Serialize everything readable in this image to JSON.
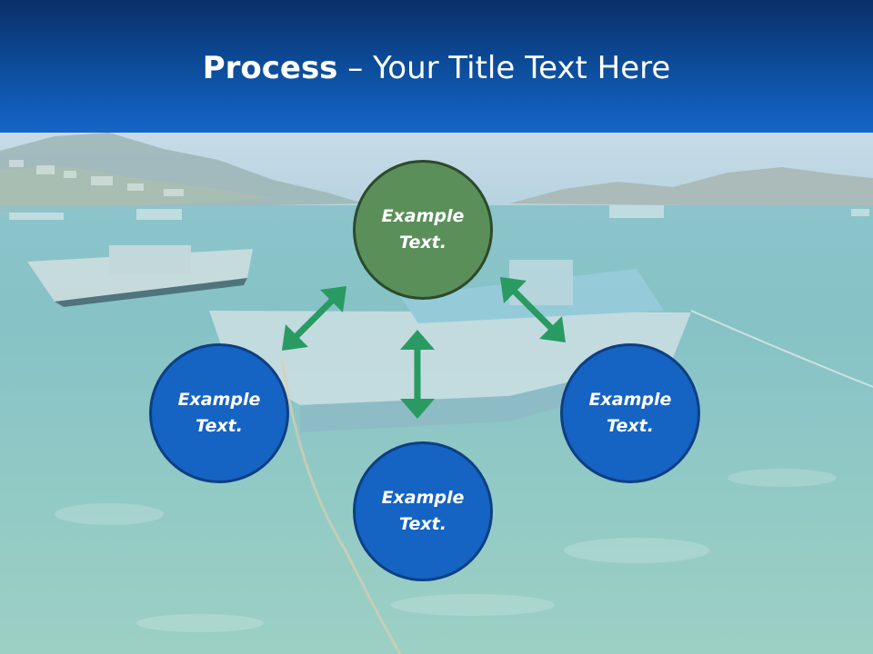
{
  "slide": {
    "title_bold": "Process",
    "title_rest": " – Your Title Text Here"
  },
  "diagram": {
    "center_top": "Example Text.",
    "left": "Example Text.",
    "right": "Example Text.",
    "bottom": "Example Text."
  },
  "colors": {
    "header": "#0d4f9f",
    "node_blue": "#1563c3",
    "node_green": "#5a8f5a",
    "arrow": "#2a9a63"
  }
}
